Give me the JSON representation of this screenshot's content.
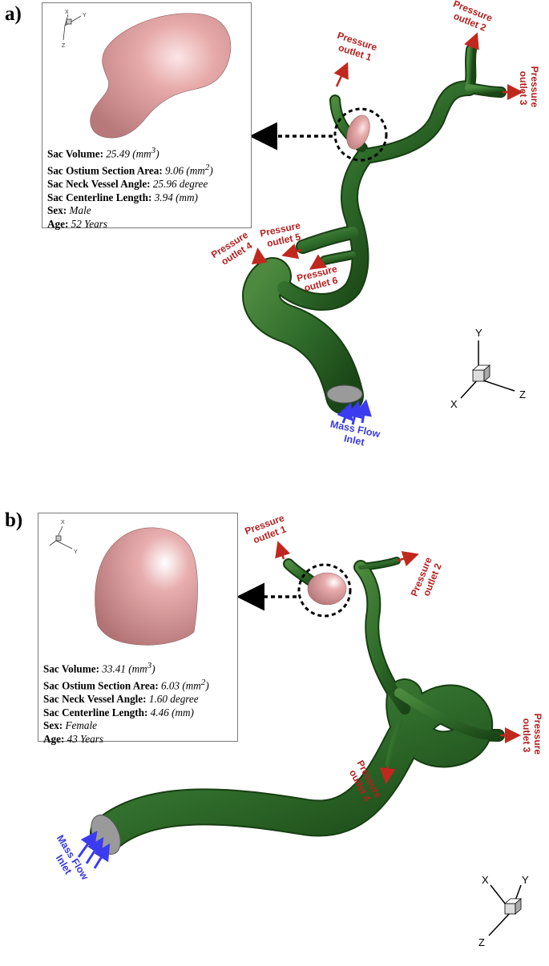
{
  "panels": {
    "a": {
      "label": "a)",
      "stats": [
        {
          "label": "Sac Volume:",
          "value": "25.49 (mm",
          "sup": "3",
          "tail": ")"
        },
        {
          "label": "Sac Ostium Section Area:",
          "value": "9.06 (mm",
          "sup": "2",
          "tail": ")"
        },
        {
          "label": "Sac Neck Vessel Angle:",
          "value": "25.96 degree",
          "sup": "",
          "tail": ""
        },
        {
          "label": "Sac Centerline Length:",
          "value": "3.94 (mm)",
          "sup": "",
          "tail": ""
        },
        {
          "label": "Sex:",
          "value": "Male",
          "sup": "",
          "tail": ""
        },
        {
          "label": "Age:",
          "value": "52 Years",
          "sup": "",
          "tail": ""
        }
      ],
      "outlets": [
        {
          "line1": "Pressure",
          "line2": "outlet 1"
        },
        {
          "line1": "Pressure",
          "line2": "outlet 2"
        },
        {
          "line1": "Pressure",
          "line2": "outlet 3"
        },
        {
          "line1": "Pressure",
          "line2": "outlet 4"
        },
        {
          "line1": "Pressure",
          "line2": "outlet 5"
        },
        {
          "line1": "Pressure",
          "line2": "outlet 6"
        }
      ],
      "inlet": {
        "line1": "Mass Flow",
        "line2": "Inlet"
      },
      "axes": {
        "y": "Y",
        "x": "X",
        "z": "Z"
      },
      "mini_axes": {
        "x": "X",
        "y": "Y",
        "z": "Z"
      }
    },
    "b": {
      "label": "b)",
      "stats": [
        {
          "label": "Sac Volume:",
          "value": "33.41 (mm",
          "sup": "3",
          "tail": ")"
        },
        {
          "label": "Sac Ostium Section Area:",
          "value": "6.03 (mm",
          "sup": "2",
          "tail": ")"
        },
        {
          "label": "Sac Neck Vessel Angle:",
          "value": "1.60 degree",
          "sup": "",
          "tail": ""
        },
        {
          "label": "Sac Centerline Length:",
          "value": "4.46 (mm)",
          "sup": "",
          "tail": ""
        },
        {
          "label": "Sex:",
          "value": "Female",
          "sup": "",
          "tail": ""
        },
        {
          "label": "Age:",
          "value": "43 Years",
          "sup": "",
          "tail": ""
        }
      ],
      "outlets": [
        {
          "line1": "Pressure",
          "line2": "outlet 1"
        },
        {
          "line1": "Pressure",
          "line2": "outlet 2"
        },
        {
          "line1": "Pressure",
          "line2": "outlet 3"
        },
        {
          "line1": "Pressure",
          "line2": "outlet 4"
        }
      ],
      "inlet": {
        "line1": "Mass Flow",
        "line2": "Inlet"
      },
      "axes": {
        "x": "X",
        "y": "Y",
        "z": "Z"
      },
      "mini_axes": {
        "x": "X",
        "y": "Y"
      }
    }
  },
  "colors": {
    "vessel": "#2f6b2a",
    "aneurysm": "#e3a5a6",
    "outlet_arrow": "#c0281e",
    "inlet_arrow": "#3b3bf0"
  }
}
